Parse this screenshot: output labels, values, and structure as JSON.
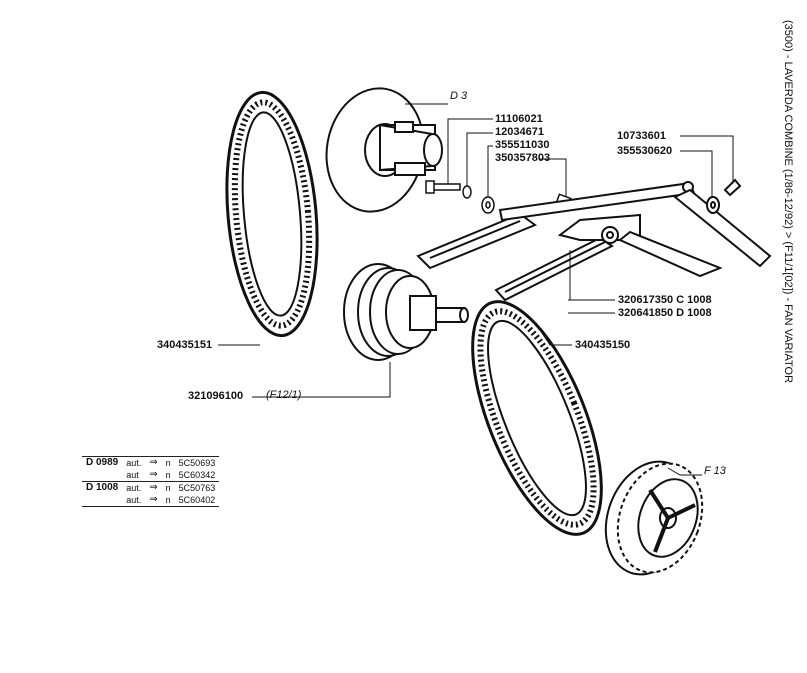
{
  "title": "(3500) - LAVERDA COMBINE (1/86-12/92) > (F11/1[02]) - FAN VARIATOR",
  "group_labels": {
    "d3": "D 3",
    "f13": "F 13",
    "f12_1": "(F12/1)"
  },
  "parts": {
    "p11106021": "11106021",
    "p12034671": "12034671",
    "p355511030": "355511030",
    "p350357803": "350357803",
    "p10733601": "10733601",
    "p355530620": "355530620",
    "p320617350": "320617350 C 1008",
    "p320641850": "320641850 D 1008",
    "p340435151": "340435151",
    "p340435150": "340435150",
    "p321096100": "321096100"
  },
  "serial_table": [
    {
      "model": "D 0989",
      "rows": [
        {
          "note": "aut.",
          "arrow": "⇒",
          "n": "n",
          "serial": "5C50693"
        },
        {
          "note": "aut",
          "arrow": "⇒",
          "n": "n",
          "serial": "5C60342"
        }
      ]
    },
    {
      "model": "D 1008",
      "rows": [
        {
          "note": "aut.",
          "arrow": "⇒",
          "n": "n",
          "serial": "5C50763"
        },
        {
          "note": "aut.",
          "arrow": "⇒",
          "n": "n",
          "serial": "5C60402"
        }
      ]
    }
  ]
}
